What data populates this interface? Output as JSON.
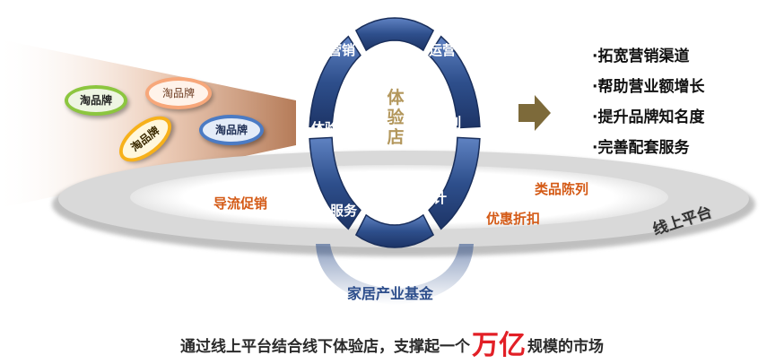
{
  "brand_badges": [
    {
      "label": "淘品牌",
      "color": "#8cc63f",
      "text_color": "#222222"
    },
    {
      "label": "淘品牌",
      "color": "#f7a77a",
      "text_color": "#6b3a1f"
    },
    {
      "label": "淘品牌",
      "color": "#f7b11a",
      "text_color": "#3a2a00"
    },
    {
      "label": "淘品牌",
      "color": "#4b7bc4",
      "text_color": "#1f2f55"
    }
  ],
  "ring": {
    "center_label": "体验店",
    "segments": [
      "营销",
      "运营",
      "陈列",
      "设计",
      "服务",
      "体验"
    ],
    "segment_color": "#2e4f8c"
  },
  "platform": {
    "label": "线上平台",
    "left_label": "导流促销",
    "right_labels": [
      "类品陈列",
      "优惠折扣"
    ],
    "label_color": "#d45a16"
  },
  "fund_label": "家居产业基金",
  "benefits": [
    "·拓宽营销渠道",
    "·帮助营业额增长",
    "·提升品牌知名度",
    "·完善配套服务"
  ],
  "summary": {
    "before": "通过线上平台结合线下体验店，支撑起一个",
    "highlight": "万亿",
    "after": "规模的市场"
  },
  "colors": {
    "arrow": "#7d6a3a",
    "funnel": "#c98a63",
    "center_text": "#b3975c"
  }
}
